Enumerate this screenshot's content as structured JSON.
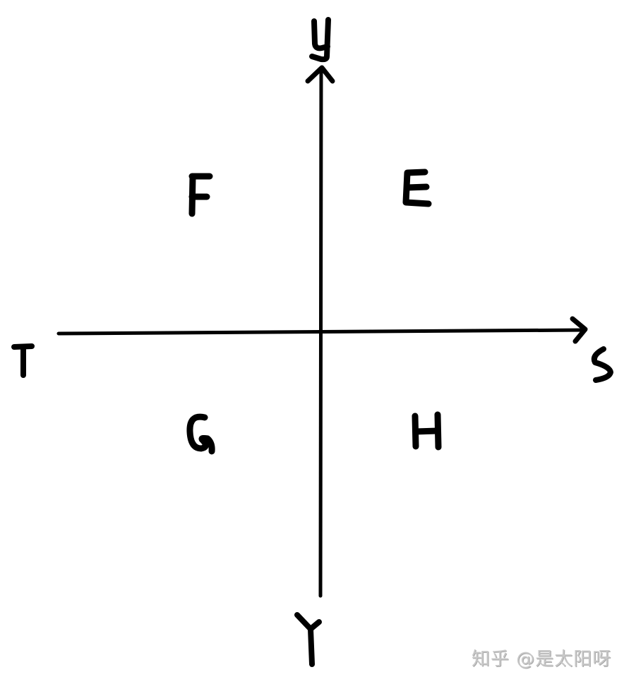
{
  "diagram": {
    "type": "quadrant-axes",
    "axes": {
      "vertical": {
        "top_label": "y",
        "bottom_label": "Y",
        "arrow_at": "top"
      },
      "horizontal": {
        "left_label": "T",
        "right_label": "S",
        "arrow_at": "right"
      }
    },
    "quadrants": {
      "top_left": "F",
      "top_right": "E",
      "bottom_left": "G",
      "bottom_right": "H"
    },
    "stroke_color": "#000000",
    "background": "#ffffff"
  },
  "watermark": {
    "text": "知乎 @是太阳呀",
    "color": "#c8c8c8"
  }
}
